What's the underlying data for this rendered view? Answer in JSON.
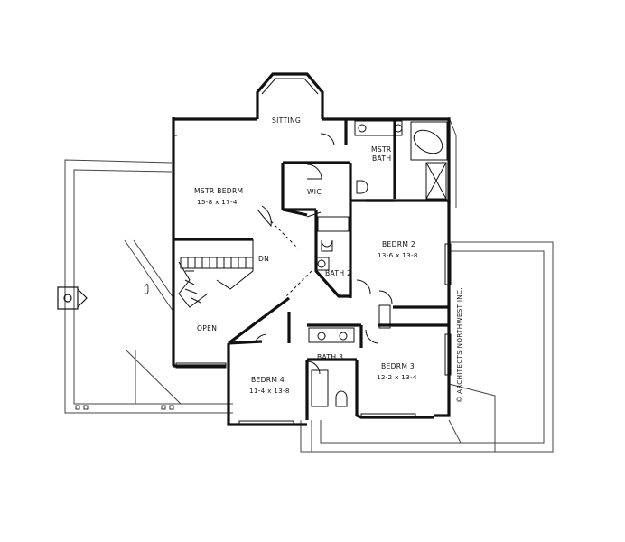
{
  "rooms": {
    "sitting": {
      "name": "SITTING"
    },
    "master_bedroom": {
      "name": "MSTR BEDRM",
      "dims": "15-8 x 17-4"
    },
    "master_bath": {
      "name_line1": "MSTR",
      "name_line2": "BATH"
    },
    "walk_in_closet": {
      "name": "WIC"
    },
    "bedroom_2": {
      "name": "BEDRM 2",
      "dims": "13-6 x 13-8"
    },
    "bath_2": {
      "name": "BATH 2"
    },
    "bedroom_3": {
      "name": "BEDRM 3",
      "dims": "12-2 x 13-4"
    },
    "bath_3": {
      "name": "BATH 3"
    },
    "bedroom_4": {
      "name": "BEDRM 4",
      "dims": "11-4 x 13-8"
    },
    "open_to_below": {
      "name": "OPEN"
    },
    "stair": {
      "label": "DN"
    }
  },
  "copyright": "© ARCHITECTS NORTHWEST INC.",
  "colors": {
    "wall": "#111111",
    "roof_line": "#444444",
    "background": "#ffffff"
  }
}
